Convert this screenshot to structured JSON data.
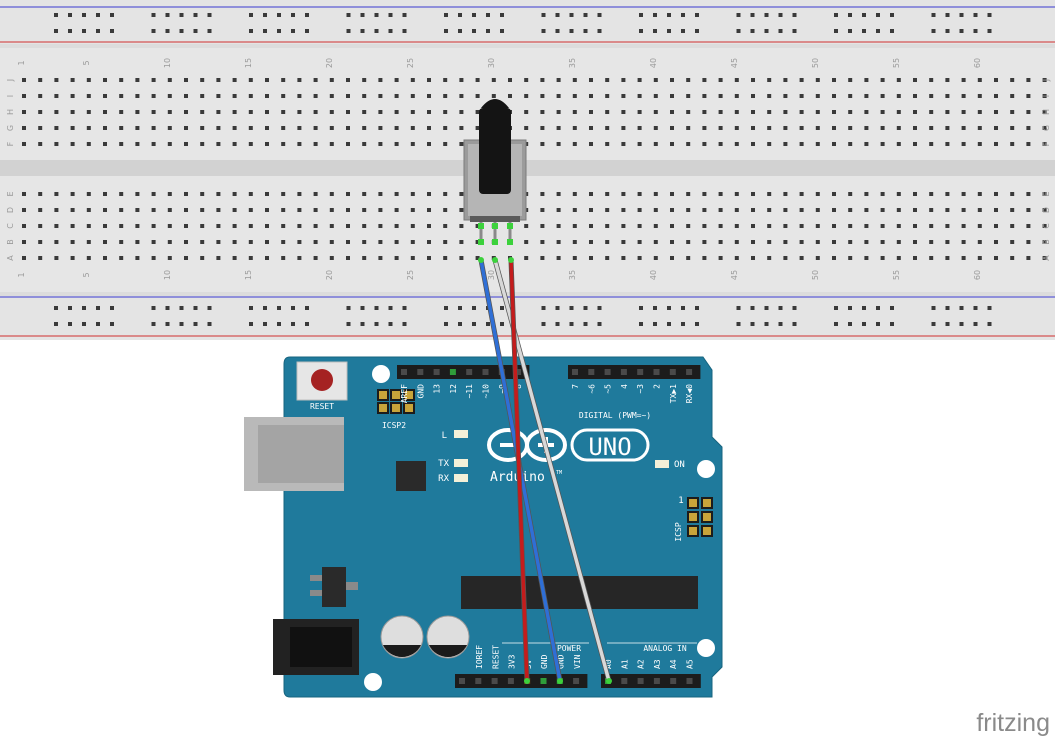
{
  "breadboard": {
    "columns": [
      "1",
      "5",
      "10",
      "15",
      "20",
      "25",
      "30",
      "35",
      "40",
      "45",
      "50",
      "55",
      "60"
    ],
    "rows_top": [
      "J",
      "I",
      "H",
      "G",
      "F"
    ],
    "rows_bottom": [
      "E",
      "D",
      "C",
      "B",
      "A"
    ]
  },
  "arduino": {
    "reset_label": "RESET",
    "icsp2_label": "ICSP2",
    "led_l": "L",
    "led_tx": "TX",
    "led_rx": "RX",
    "on_label": "ON",
    "logo_text": "Arduino",
    "uno_label": "UNO",
    "tm": "TM",
    "digital_label": "DIGITAL (PWM=~)",
    "icsp_label": "ICSP",
    "icsp_pin1": "1",
    "power_label": "POWER",
    "analog_label": "ANALOG IN",
    "digital_pins_left": [
      "AREF",
      "GND",
      "13",
      "12",
      "~11",
      "~10",
      "~9",
      "8"
    ],
    "digital_pins_right": [
      "7",
      "~6",
      "~5",
      "4",
      "~3",
      "2",
      "TX▶1",
      "RX◀0"
    ],
    "power_pins": [
      "IOREF",
      "RESET",
      "3V3",
      "5V",
      "GND",
      "GND",
      "VIN"
    ],
    "analog_pins": [
      "A0",
      "A1",
      "A2",
      "A3",
      "A4",
      "A5"
    ]
  },
  "wires": [
    {
      "color": "#2f6fd6",
      "name": "blue"
    },
    {
      "color": "#d8d8d8",
      "name": "white"
    },
    {
      "color": "#c41c1c",
      "name": "red"
    }
  ],
  "brand": "fritzing"
}
